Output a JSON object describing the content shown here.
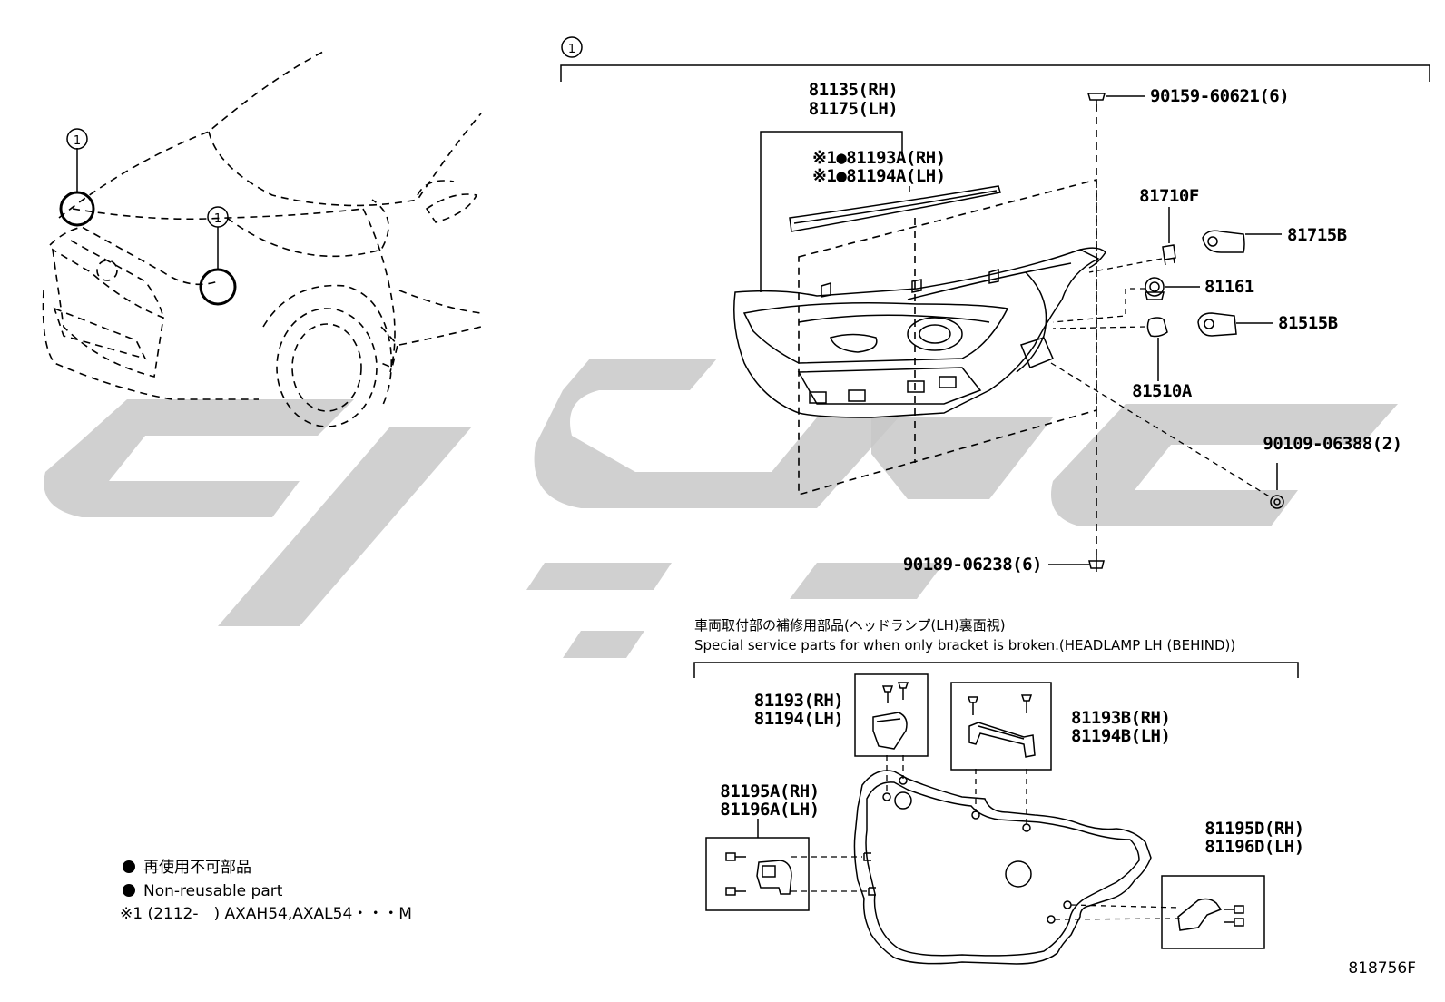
{
  "callout_marker": "1",
  "parts": {
    "headlamp_rh": "81135(RH)",
    "headlamp_lh": "81175(LH)",
    "cover_rh": "※1●81193A(RH)",
    "cover_lh": "※1●81194A(LH)",
    "screw_top": "90159-60621(6)",
    "bulb_81710f": "81710F",
    "socket_81715b": "81715B",
    "bulb_81161": "81161",
    "socket_81515b": "81515B",
    "bulb_81510a": "81510A",
    "screw_side": "90109-06388(2)",
    "screw_bottom": "90189-06238(6)",
    "bracket_a_rh": "81193(RH)",
    "bracket_a_lh": "81194(LH)",
    "bracket_b_rh": "81193B(RH)",
    "bracket_b_lh": "81194B(LH)",
    "bracket_c_rh": "81195A(RH)",
    "bracket_c_lh": "81196A(LH)",
    "bracket_d_rh": "81195D(RH)",
    "bracket_d_lh": "81196D(LH)"
  },
  "service": {
    "title_jp": "車両取付部の補修用部品(ヘッドランプ(LH)裏面視)",
    "title_en": "Special service parts for when only bracket is broken.(HEADLAMP LH (BEHIND))"
  },
  "legend": {
    "jp": "再使用不可部品",
    "en": "Non-reusable part",
    "note": "※1 (2112-　) AXAH54,AXAL54・・・M"
  },
  "drawing_number": "818756F",
  "colors": {
    "line": "#000000",
    "watermark": "#c8c8c8"
  }
}
